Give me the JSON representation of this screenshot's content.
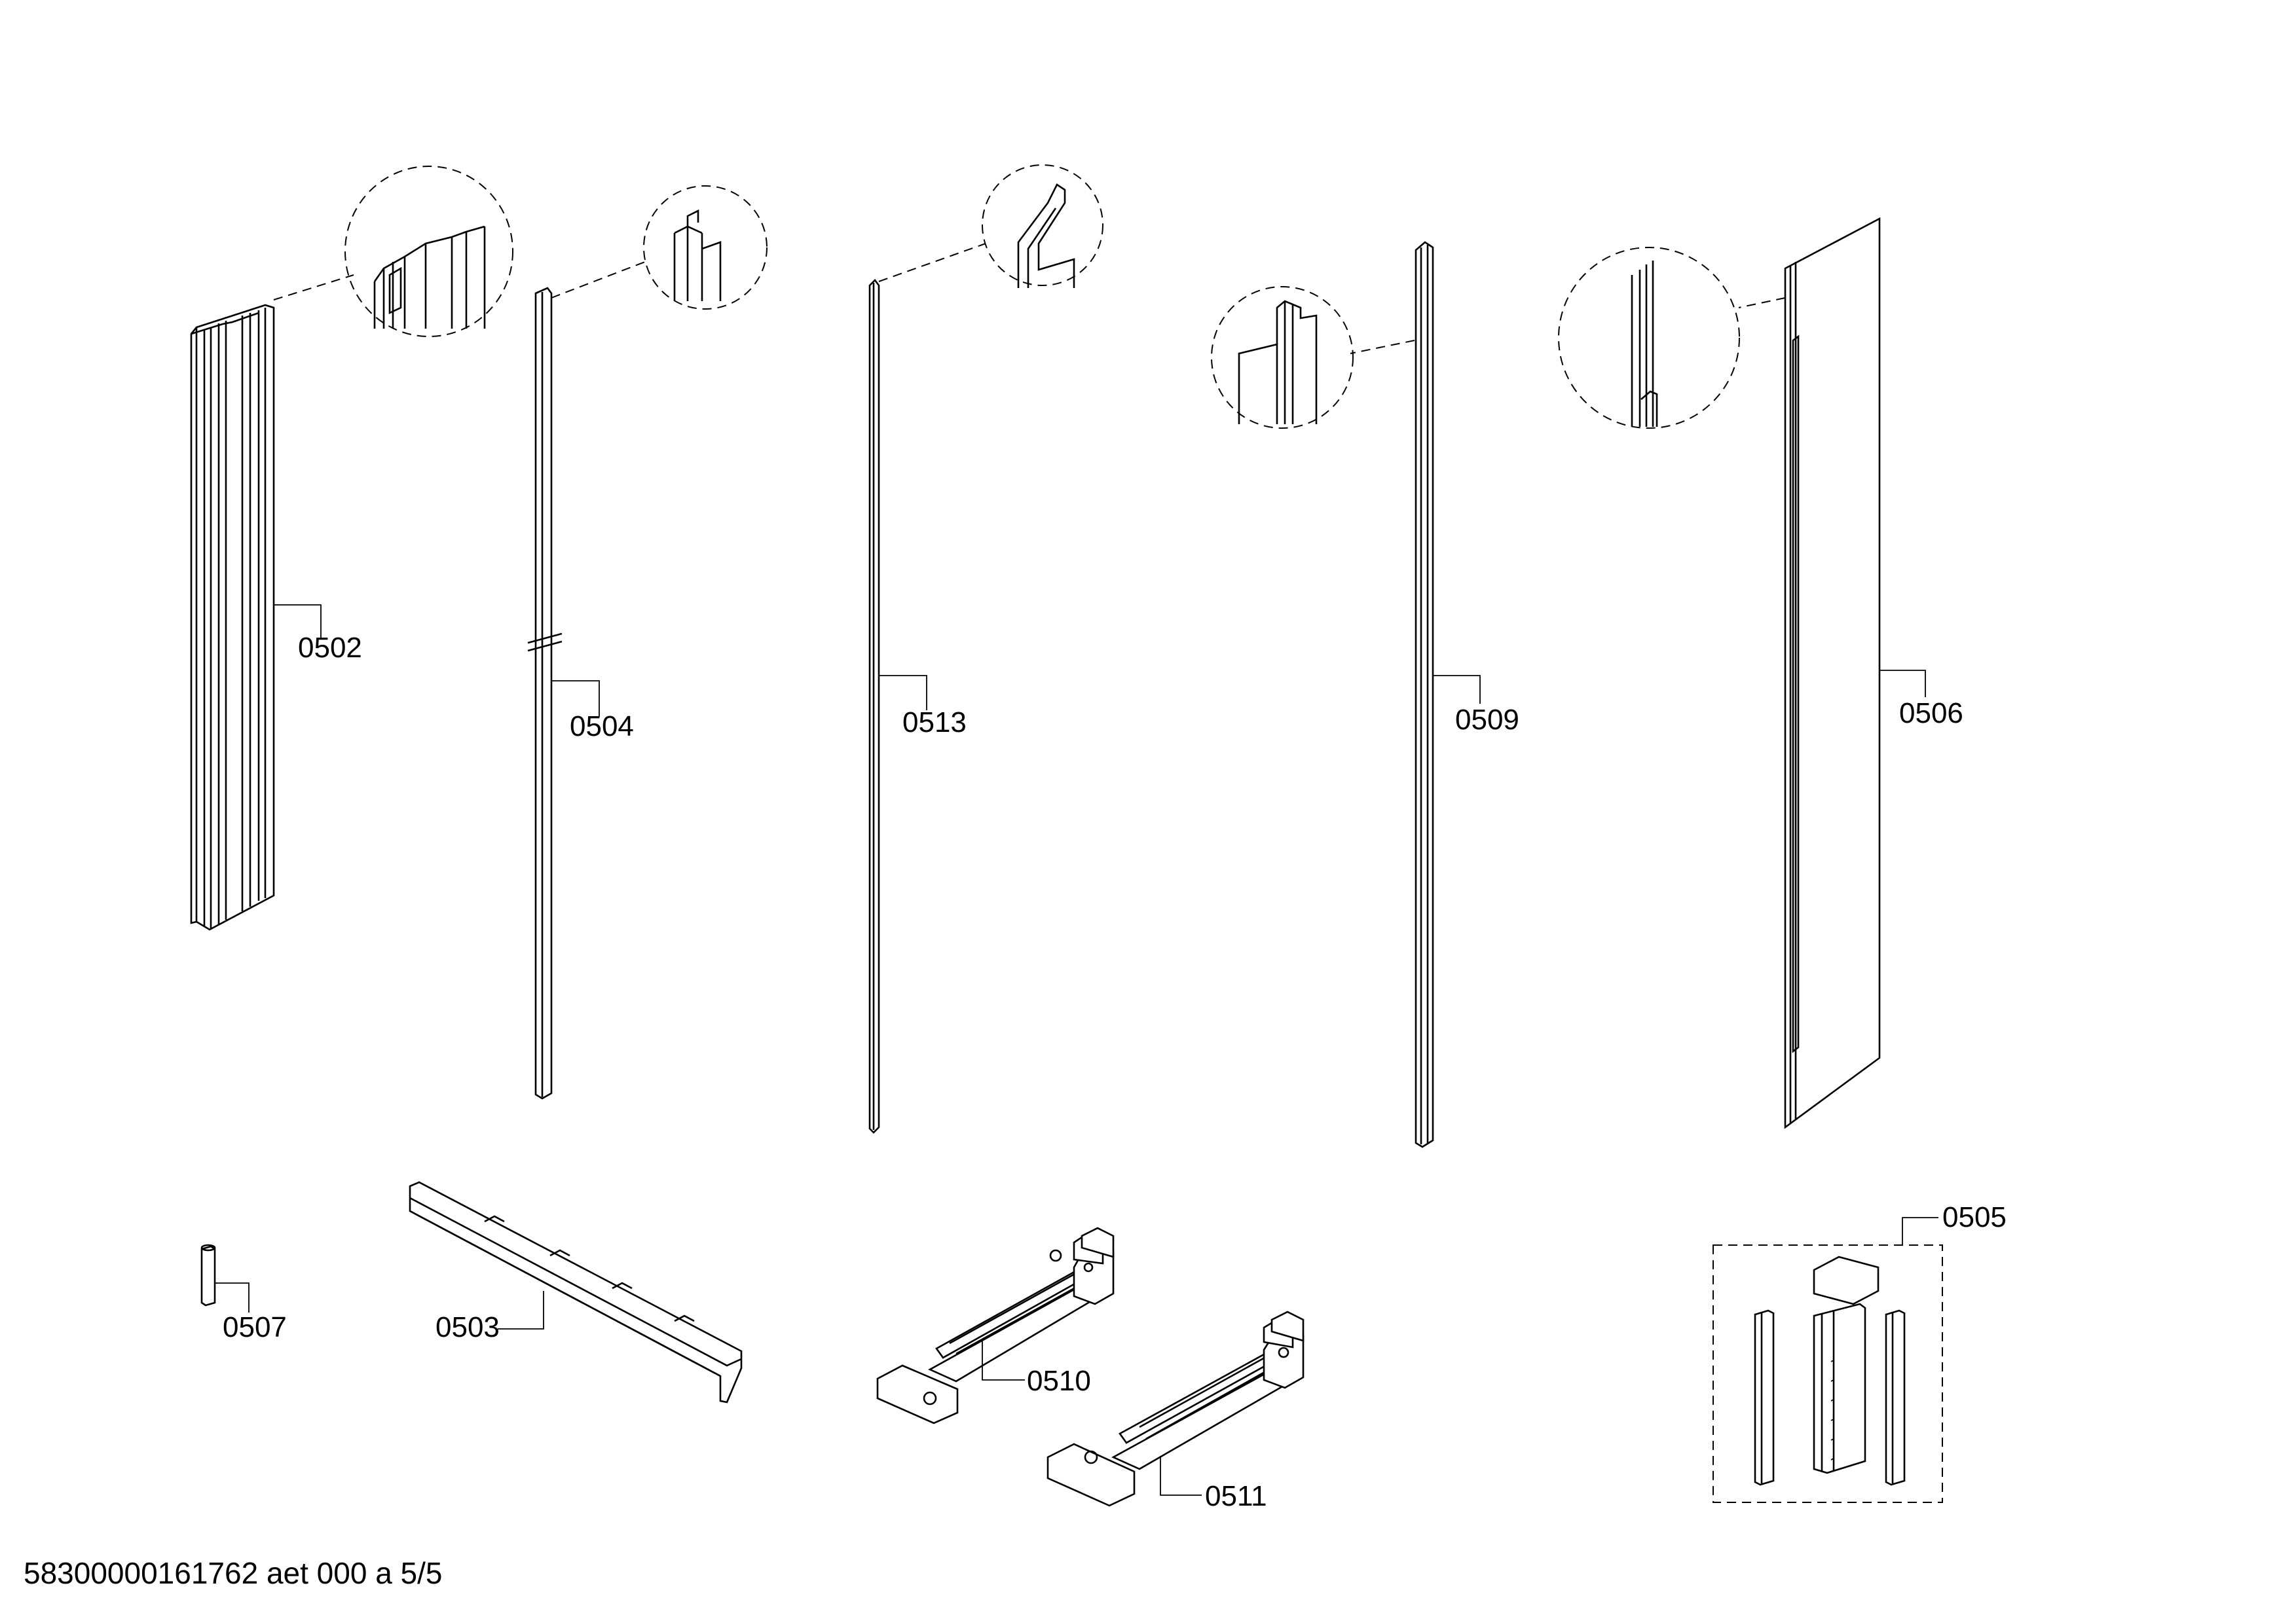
{
  "parts": [
    {
      "id": "0502",
      "label": "0502"
    },
    {
      "id": "0504",
      "label": "0504"
    },
    {
      "id": "0513",
      "label": "0513"
    },
    {
      "id": "0509",
      "label": "0509"
    },
    {
      "id": "0506",
      "label": "0506"
    },
    {
      "id": "0505",
      "label": "0505"
    },
    {
      "id": "0507",
      "label": "0507"
    },
    {
      "id": "0503",
      "label": "0503"
    },
    {
      "id": "0510",
      "label": "0510"
    },
    {
      "id": "0511",
      "label": "0511"
    }
  ],
  "footer": {
    "text": "58300000161762 aet 000 a 5/5"
  }
}
